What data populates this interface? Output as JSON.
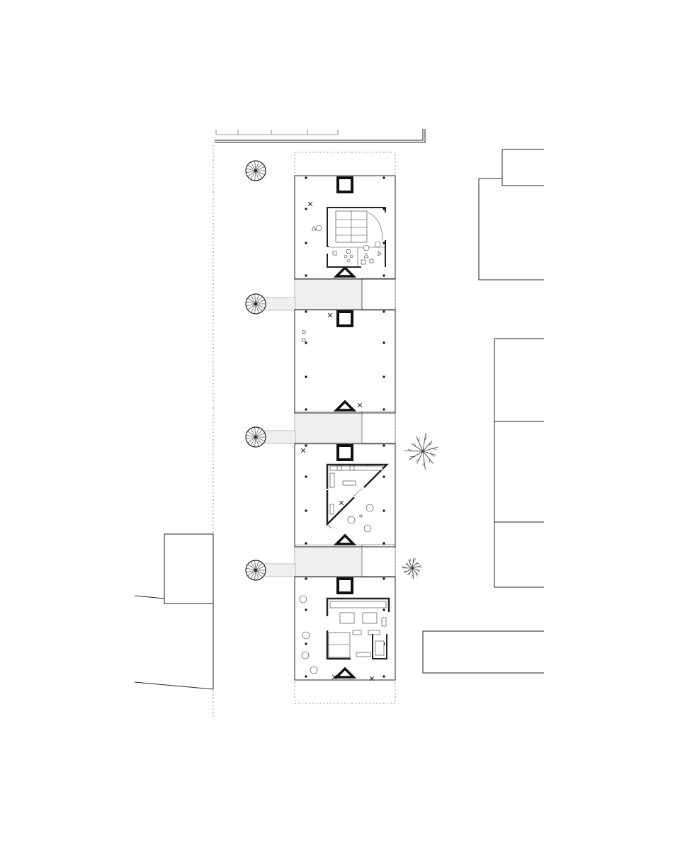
{
  "drawing": {
    "type": "architectural-floor-plan",
    "line_color": "#222222",
    "background": "#ffffff",
    "pavilion_count": 4,
    "pavilions": [
      {
        "id": "pavilion-1",
        "program": "washrooms-and-seating",
        "has_interior_room": true
      },
      {
        "id": "pavilion-2",
        "program": "open-deck",
        "has_interior_room": false
      },
      {
        "id": "pavilion-3",
        "program": "triangular-kitchen-room",
        "has_interior_room": true
      },
      {
        "id": "pavilion-4",
        "program": "dining-and-kitchen",
        "has_interior_room": true
      }
    ],
    "spiral_stair_count": 4,
    "tree_count": 2,
    "bridge_count": 3,
    "neighbor_building_count": 6,
    "icons": [
      "spiral-stair-icon",
      "tree-icon",
      "chimney-square-icon",
      "triangle-column-icon",
      "table-icon",
      "chair-icon"
    ]
  }
}
